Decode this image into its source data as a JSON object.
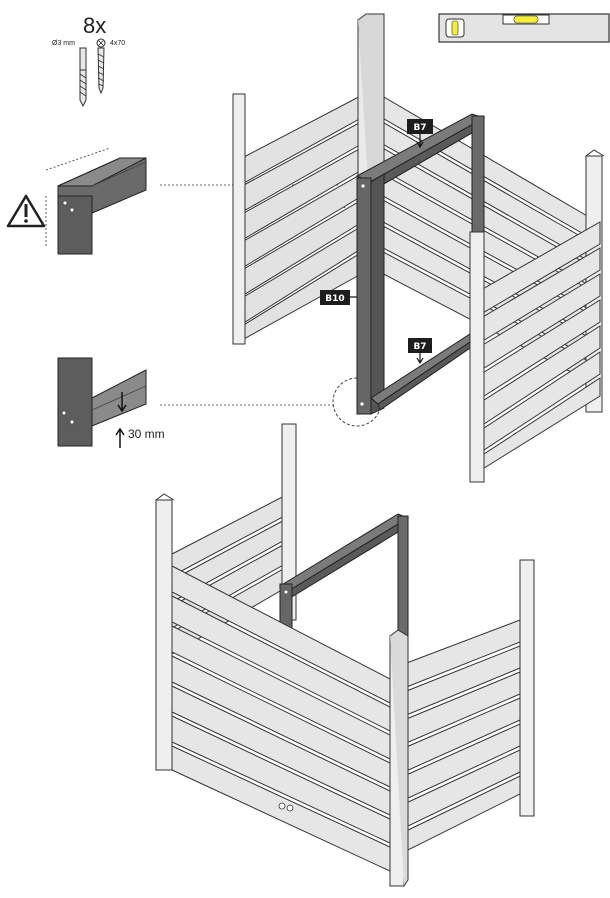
{
  "hardware": {
    "quantity": "8x",
    "drill_size": "Ø3 mm",
    "screw_size": "4x70"
  },
  "parts": {
    "top_beam": "B7",
    "post": "B10",
    "bottom_beam": "B7"
  },
  "spacing": {
    "offset": "30 mm"
  },
  "colors": {
    "board_fill": "#e2e2e2",
    "board_stroke": "#333333",
    "frame_fill": "#6a6a6a",
    "level_bubble": "#f4ee36",
    "tag_bg": "#1d1d1d"
  },
  "icons": {
    "warning": "warning-triangle-icon",
    "level": "spirit-level-icon",
    "drill": "drill-bit-icon",
    "screw": "screw-icon"
  }
}
